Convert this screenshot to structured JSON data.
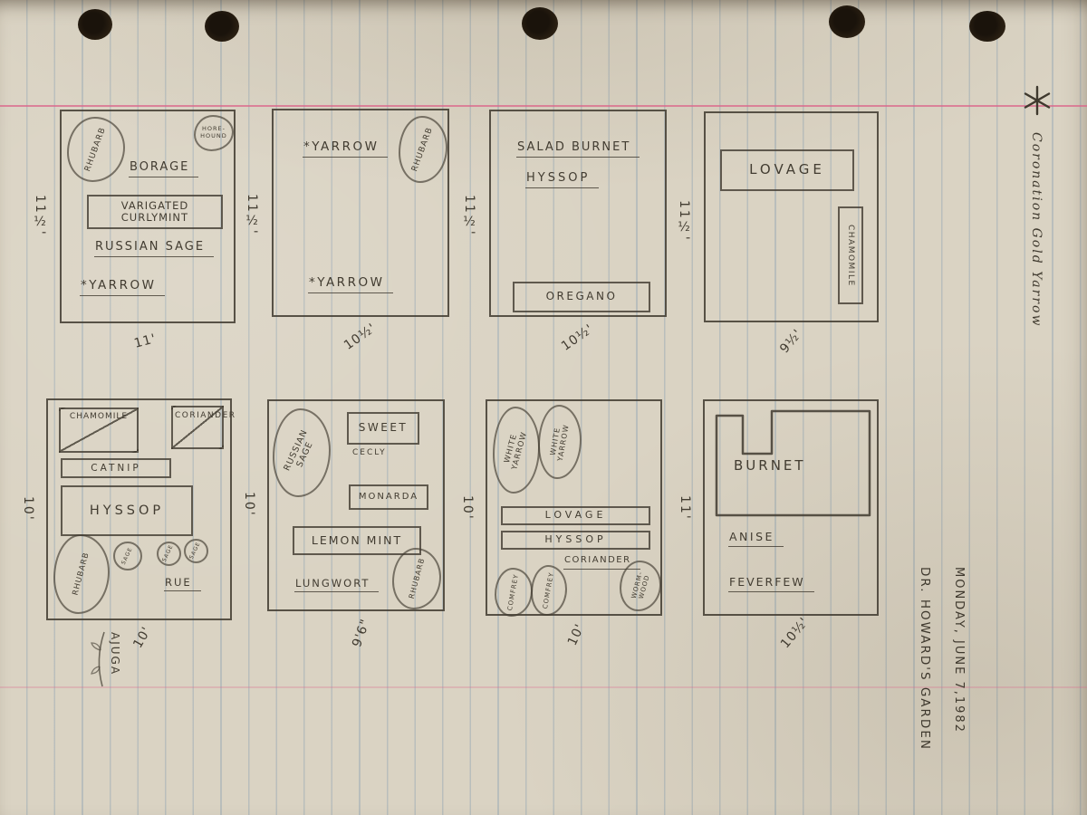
{
  "annotations": {
    "asterisk_icon": "six-point-asterisk",
    "margin_note": "Coronation Gold Yarrow",
    "date_note": "MONDAY, JUNE 7,1982",
    "owner_note": "DR. HOWARD'S GARDEN"
  },
  "beds": {
    "bed1": {
      "cloud_rhubarb": "RHUBARB",
      "cloud_horehound": "HORE-\nHOUND",
      "borage": "BORAGE",
      "curlymint_box": "VARIGATED\nCURLYMINT",
      "russian_sage": "RUSSIAN SAGE",
      "yarrow": "*YARROW",
      "dim_left": "11½'",
      "dim_bottom": "11'"
    },
    "bed2": {
      "yarrow_top": "*YARROW",
      "cloud_rhubarb": "RHUBARB",
      "yarrow_bottom": "*YARROW",
      "dim_left": "11½'",
      "dim_bottom": "10½'"
    },
    "bed3": {
      "salad_burnet": "SALAD BURNET",
      "hyssop": "HYSSOP",
      "oregano_box": "OREGANO",
      "dim_left": "11½'",
      "dim_bottom": "10½'"
    },
    "bed4": {
      "lovage_box": "LOVAGE",
      "chamomile_strip": "CHAMOMILE",
      "dim_left": "11½'",
      "dim_bottom": "9½'"
    },
    "bed5": {
      "chamomile_corner": "CHAMOMILE",
      "coriander_corner": "CORIANDER",
      "catnip_bar": "CATNIP",
      "hyssop_box": "HYSSOP",
      "cloud_rhubarb": "RHUBARB",
      "sage_1": "SAGE",
      "sage_2": "SAGE",
      "sage_3": "SAGE",
      "rue": "RUE",
      "ajuga": "AJUGA",
      "dim_left": "10'",
      "dim_bottom": "10'"
    },
    "bed6": {
      "cloud_russian_sage": "RUSSIAN\nSAGE",
      "sweet_box": "SWEET",
      "cecly": "CECLY",
      "monarda_box": "MONARDA",
      "lemon_mint_box": "LEMON MINT",
      "lungwort": "LUNGWORT",
      "cloud_rhubarb": "RHUBARB",
      "dim_left": "10'",
      "dim_bottom": "9'6\""
    },
    "bed7": {
      "cloud_white_yarrow_1": "WHITE\nYARROW",
      "cloud_white_yarrow_2": "WHITE\nYARROW",
      "lovage_bar": "LOVAGE",
      "hyssop_bar": "HYSSOP",
      "coriander": "CORIANDER",
      "cloud_comfrey_1": "COMFREY",
      "cloud_comfrey_2": "COMFREY",
      "cloud_wormwood": "WORM-\nWOOD",
      "dim_left": "10'",
      "dim_bottom": "10'"
    },
    "bed8": {
      "burnet": "BURNET",
      "anise": "ANISE",
      "feverfew": "FEVERFEW",
      "dim_left": "11'",
      "dim_bottom": "10½'"
    }
  }
}
